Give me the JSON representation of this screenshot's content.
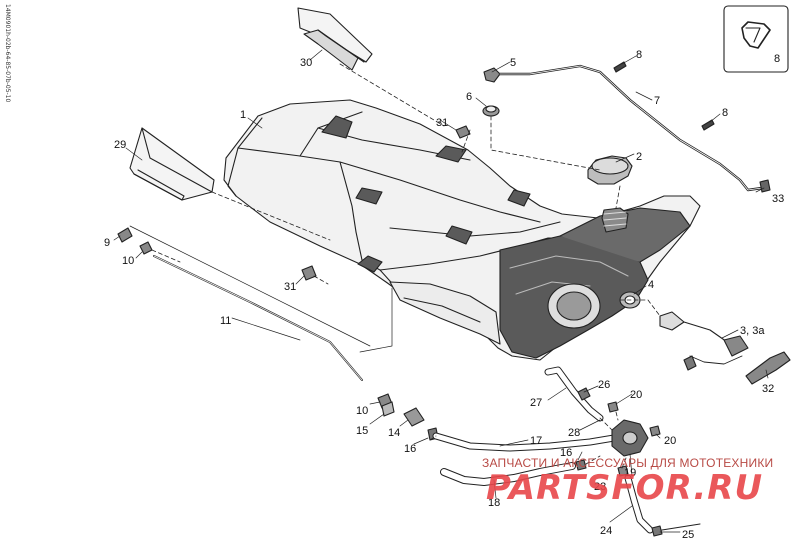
{
  "drawing_code": "14M0901h-02b-64-85-07b-05-10",
  "watermark": {
    "caption": "ЗАПЧАСТИ И АКСЕССУАРЫ ДЛЯ МОТОТЕХНИКИ",
    "logo": "PARTSFOR.RU"
  },
  "callouts": [
    "1",
    "2",
    "3, 3a",
    "4",
    "5",
    "6",
    "7",
    "8",
    "8",
    "8",
    "9",
    "10",
    "10",
    "11",
    "14",
    "15",
    "16",
    "16",
    "17",
    "18",
    "19",
    "20",
    "20",
    "23",
    "24",
    "25",
    "26",
    "27",
    "28",
    "29",
    "30",
    "31",
    "31",
    "32",
    "33"
  ]
}
